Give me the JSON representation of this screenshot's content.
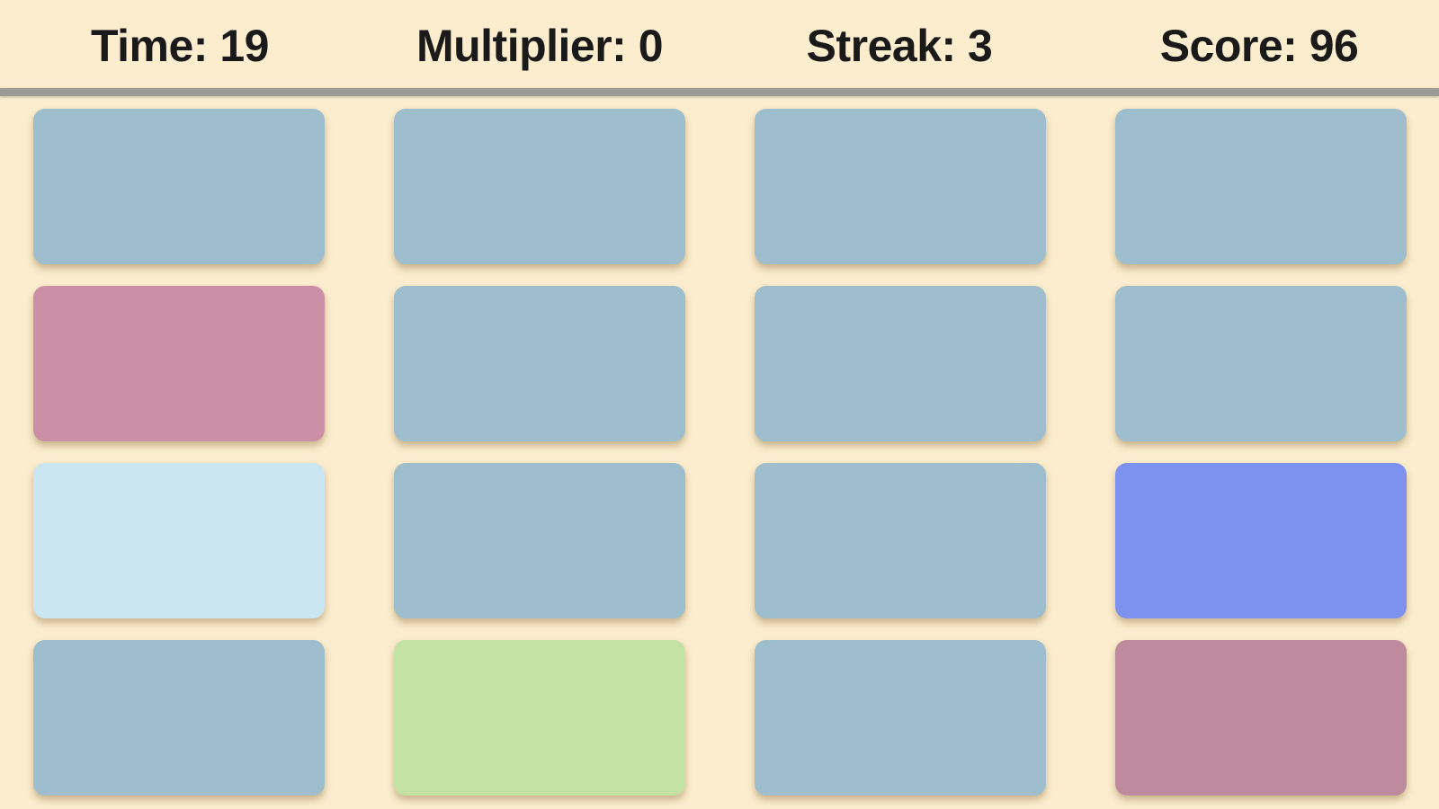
{
  "colors": {
    "background": "#FBEDCE",
    "divider": "#9A9A96",
    "header_text": "#1A1A1A",
    "tile_default": "#9EBDCD",
    "tile_pink": "#CB90A6",
    "tile_pink_dark": "#BD8A9E",
    "tile_light_blue": "#CBE5F1",
    "tile_periwinkle": "#7D92EF",
    "tile_green": "#C5E2A5"
  },
  "header": {
    "stats": [
      {
        "name": "time",
        "label": "Time",
        "value": 19,
        "display": "Time: 19"
      },
      {
        "name": "multiplier",
        "label": "Multiplier",
        "value": 0,
        "display": "Multiplier: 0"
      },
      {
        "name": "streak",
        "label": "Streak",
        "value": 3,
        "display": "Streak: 3"
      },
      {
        "name": "score",
        "label": "Score",
        "value": 96,
        "display": "Score: 96"
      }
    ]
  },
  "board": {
    "rows": 4,
    "cols": 4,
    "tiles": [
      {
        "row": 1,
        "col": 1,
        "variant": "default",
        "color": "#9EBDCD"
      },
      {
        "row": 1,
        "col": 2,
        "variant": "default",
        "color": "#9EBDCD"
      },
      {
        "row": 1,
        "col": 3,
        "variant": "default",
        "color": "#9EBDCD"
      },
      {
        "row": 1,
        "col": 4,
        "variant": "default",
        "color": "#9EBDCD"
      },
      {
        "row": 2,
        "col": 1,
        "variant": "pink",
        "color": "#CB90A6"
      },
      {
        "row": 2,
        "col": 2,
        "variant": "default",
        "color": "#9EBDCD"
      },
      {
        "row": 2,
        "col": 3,
        "variant": "default",
        "color": "#9EBDCD"
      },
      {
        "row": 2,
        "col": 4,
        "variant": "default",
        "color": "#9EBDCD"
      },
      {
        "row": 3,
        "col": 1,
        "variant": "light-blue",
        "color": "#CBE5F1"
      },
      {
        "row": 3,
        "col": 2,
        "variant": "default",
        "color": "#9EBDCD"
      },
      {
        "row": 3,
        "col": 3,
        "variant": "default",
        "color": "#9EBDCD"
      },
      {
        "row": 3,
        "col": 4,
        "variant": "periwinkle",
        "color": "#7D92EF"
      },
      {
        "row": 4,
        "col": 1,
        "variant": "default",
        "color": "#9EBDCD"
      },
      {
        "row": 4,
        "col": 2,
        "variant": "green",
        "color": "#C5E2A5"
      },
      {
        "row": 4,
        "col": 3,
        "variant": "default",
        "color": "#9EBDCD"
      },
      {
        "row": 4,
        "col": 4,
        "variant": "pink-dark",
        "color": "#BD8A9E"
      }
    ]
  }
}
